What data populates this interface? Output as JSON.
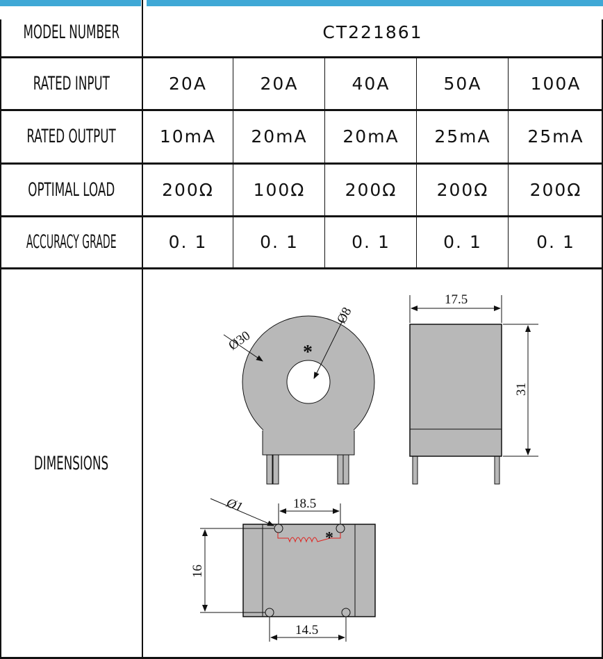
{
  "colors": {
    "accent": "#3fa8d6",
    "body": "#b8b8b8",
    "coil": "#e0201c"
  },
  "rows": [
    {
      "label": "MODEL NUMBER",
      "values": [
        "CT221861"
      ]
    },
    {
      "label": "RATED INPUT",
      "values": [
        "20A",
        "20A",
        "40A",
        "50A",
        "100A"
      ]
    },
    {
      "label": "RATED OUTPUT",
      "values": [
        "10mA",
        "20mA",
        "20mA",
        "25mA",
        "25mA"
      ]
    },
    {
      "label": "OPTIMAL LOAD",
      "values": [
        "200Ω",
        "100Ω",
        "200Ω",
        "200Ω",
        "200Ω"
      ]
    },
    {
      "label": "ACCURACY GRADE",
      "values": [
        "0. 1",
        "0. 1",
        "0. 1",
        "0. 1",
        "0. 1"
      ]
    }
  ],
  "dimensions": {
    "label": "DIMENSIONS",
    "outer_diameter": "Ø30",
    "hole_diameter": "Ø8",
    "polarity_mark": "*",
    "width": "17.5",
    "height": "31",
    "pin_diameter": "Ø1",
    "pin_spacing_top": "18.5",
    "pin_spacing_bottom": "14.5",
    "pin_row_spacing": "16"
  }
}
